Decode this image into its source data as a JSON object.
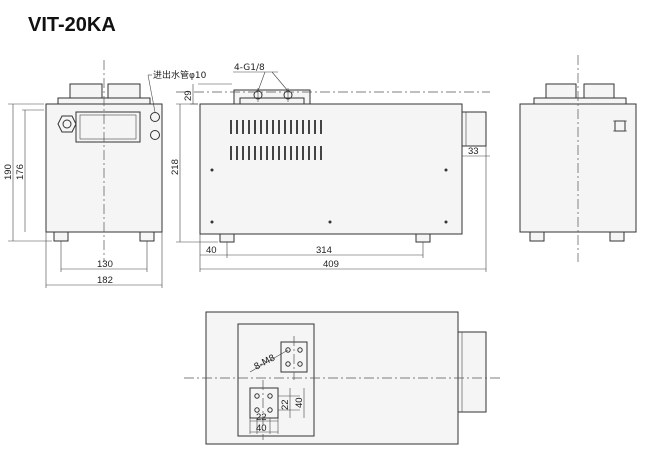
{
  "title": "VIT-20KA",
  "annotations": {
    "water_pipe": "进出水管φ10",
    "thread_spec": "4-G1/8",
    "bolt_spec": "8-M8"
  },
  "dimensions": {
    "front_height_outer": "190",
    "front_height_inner": "176",
    "front_width_inner": "130",
    "front_width_outer": "182",
    "side_height": "218",
    "top_offset": "29",
    "side_offset_left": "40",
    "side_length_inner": "314",
    "side_length_total": "409",
    "rear_protrusion": "33",
    "plate_a": "22",
    "plate_b": "40",
    "plate_c": "22",
    "plate_d": "40"
  }
}
